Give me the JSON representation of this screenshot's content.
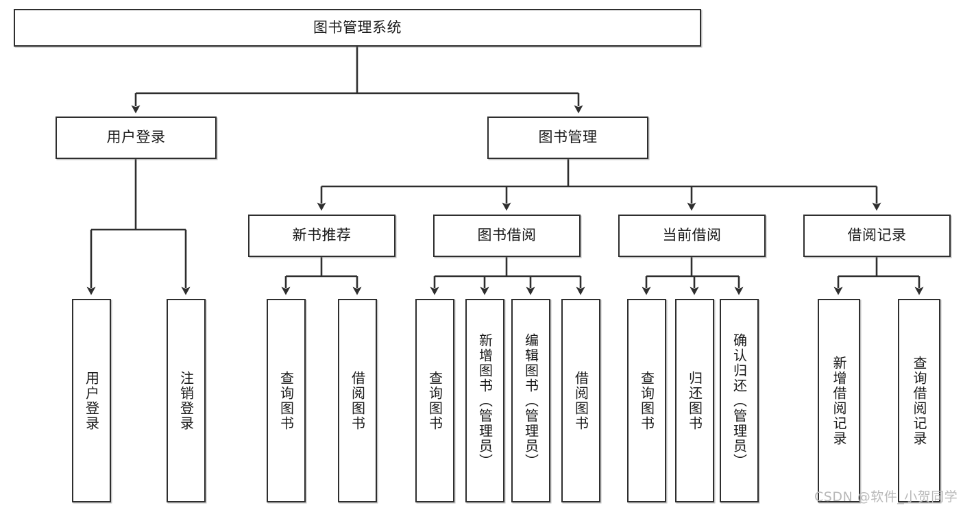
{
  "diagram": {
    "title": "图书管理系统",
    "type": "tree-hierarchy",
    "root": {
      "label": "图书管理系统"
    },
    "level2": [
      {
        "label": "用户登录"
      },
      {
        "label": "图书管理"
      }
    ],
    "level3": [
      {
        "label": "新书推荐"
      },
      {
        "label": "图书借阅"
      },
      {
        "label": "当前借阅"
      },
      {
        "label": "借阅记录"
      }
    ],
    "leaves": [
      {
        "label": "用户登录",
        "parent": "用户登录"
      },
      {
        "label": "注销登录",
        "parent": "用户登录"
      },
      {
        "label": "查询图书",
        "parent": "新书推荐"
      },
      {
        "label": "借阅图书",
        "parent": "新书推荐"
      },
      {
        "label": "查询图书",
        "parent": "图书借阅"
      },
      {
        "label": "新增图书（管理员）",
        "parent": "图书借阅"
      },
      {
        "label": "编辑图书（管理员）",
        "parent": "图书借阅"
      },
      {
        "label": "借阅图书",
        "parent": "图书借阅"
      },
      {
        "label": "查询图书",
        "parent": "当前借阅"
      },
      {
        "label": "归还图书",
        "parent": "当前借阅"
      },
      {
        "label": "确认归还（管理员）",
        "parent": "当前借阅"
      },
      {
        "label": "新增借阅记录",
        "parent": "借阅记录"
      },
      {
        "label": "查询借阅记录",
        "parent": "借阅记录"
      }
    ],
    "watermark": "CSDN @软件_小贺同学",
    "colors": {
      "stroke": "#2e2e2e",
      "fill": "#ffffff",
      "text": "#1a1a1a",
      "watermark": "#b9b9b9"
    }
  }
}
